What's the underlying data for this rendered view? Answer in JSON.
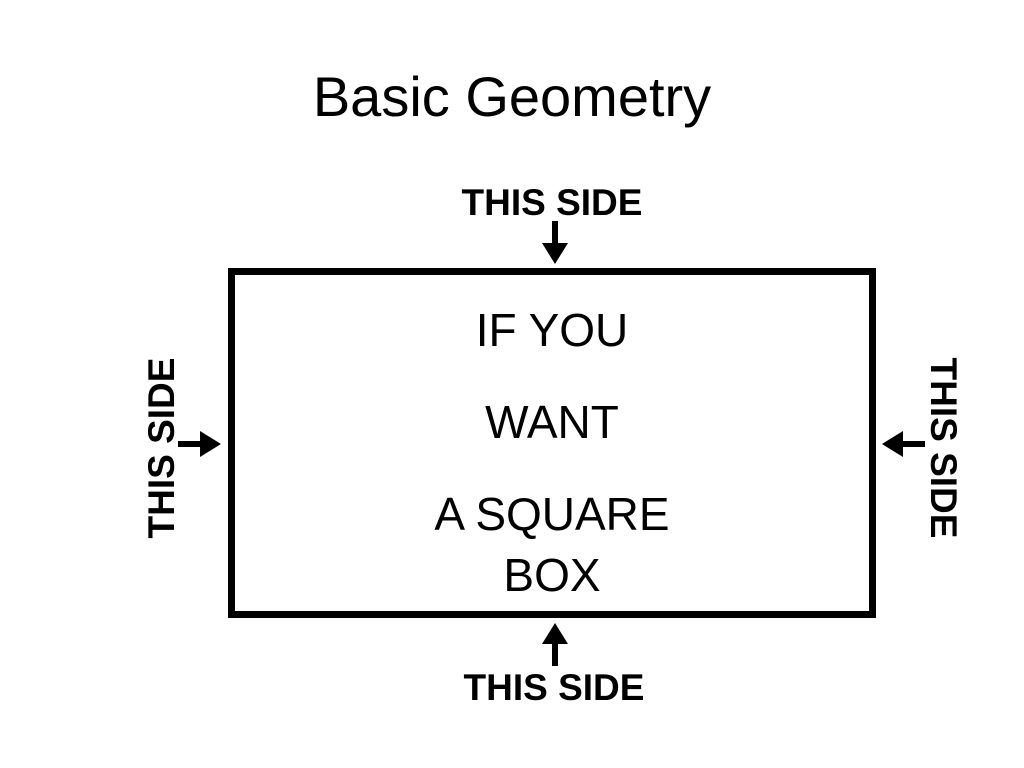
{
  "title": "Basic Geometry",
  "box_text": {
    "line1": "IF YOU",
    "line2": "WANT",
    "line3": "A SQUARE",
    "line4": "BOX"
  },
  "side_labels": {
    "top": "THIS SIDE",
    "bottom": "THIS SIDE",
    "left": "THIS SIDE",
    "right": "THIS SIDE"
  },
  "colors": {
    "ink": "#000000",
    "background": "#ffffff"
  }
}
